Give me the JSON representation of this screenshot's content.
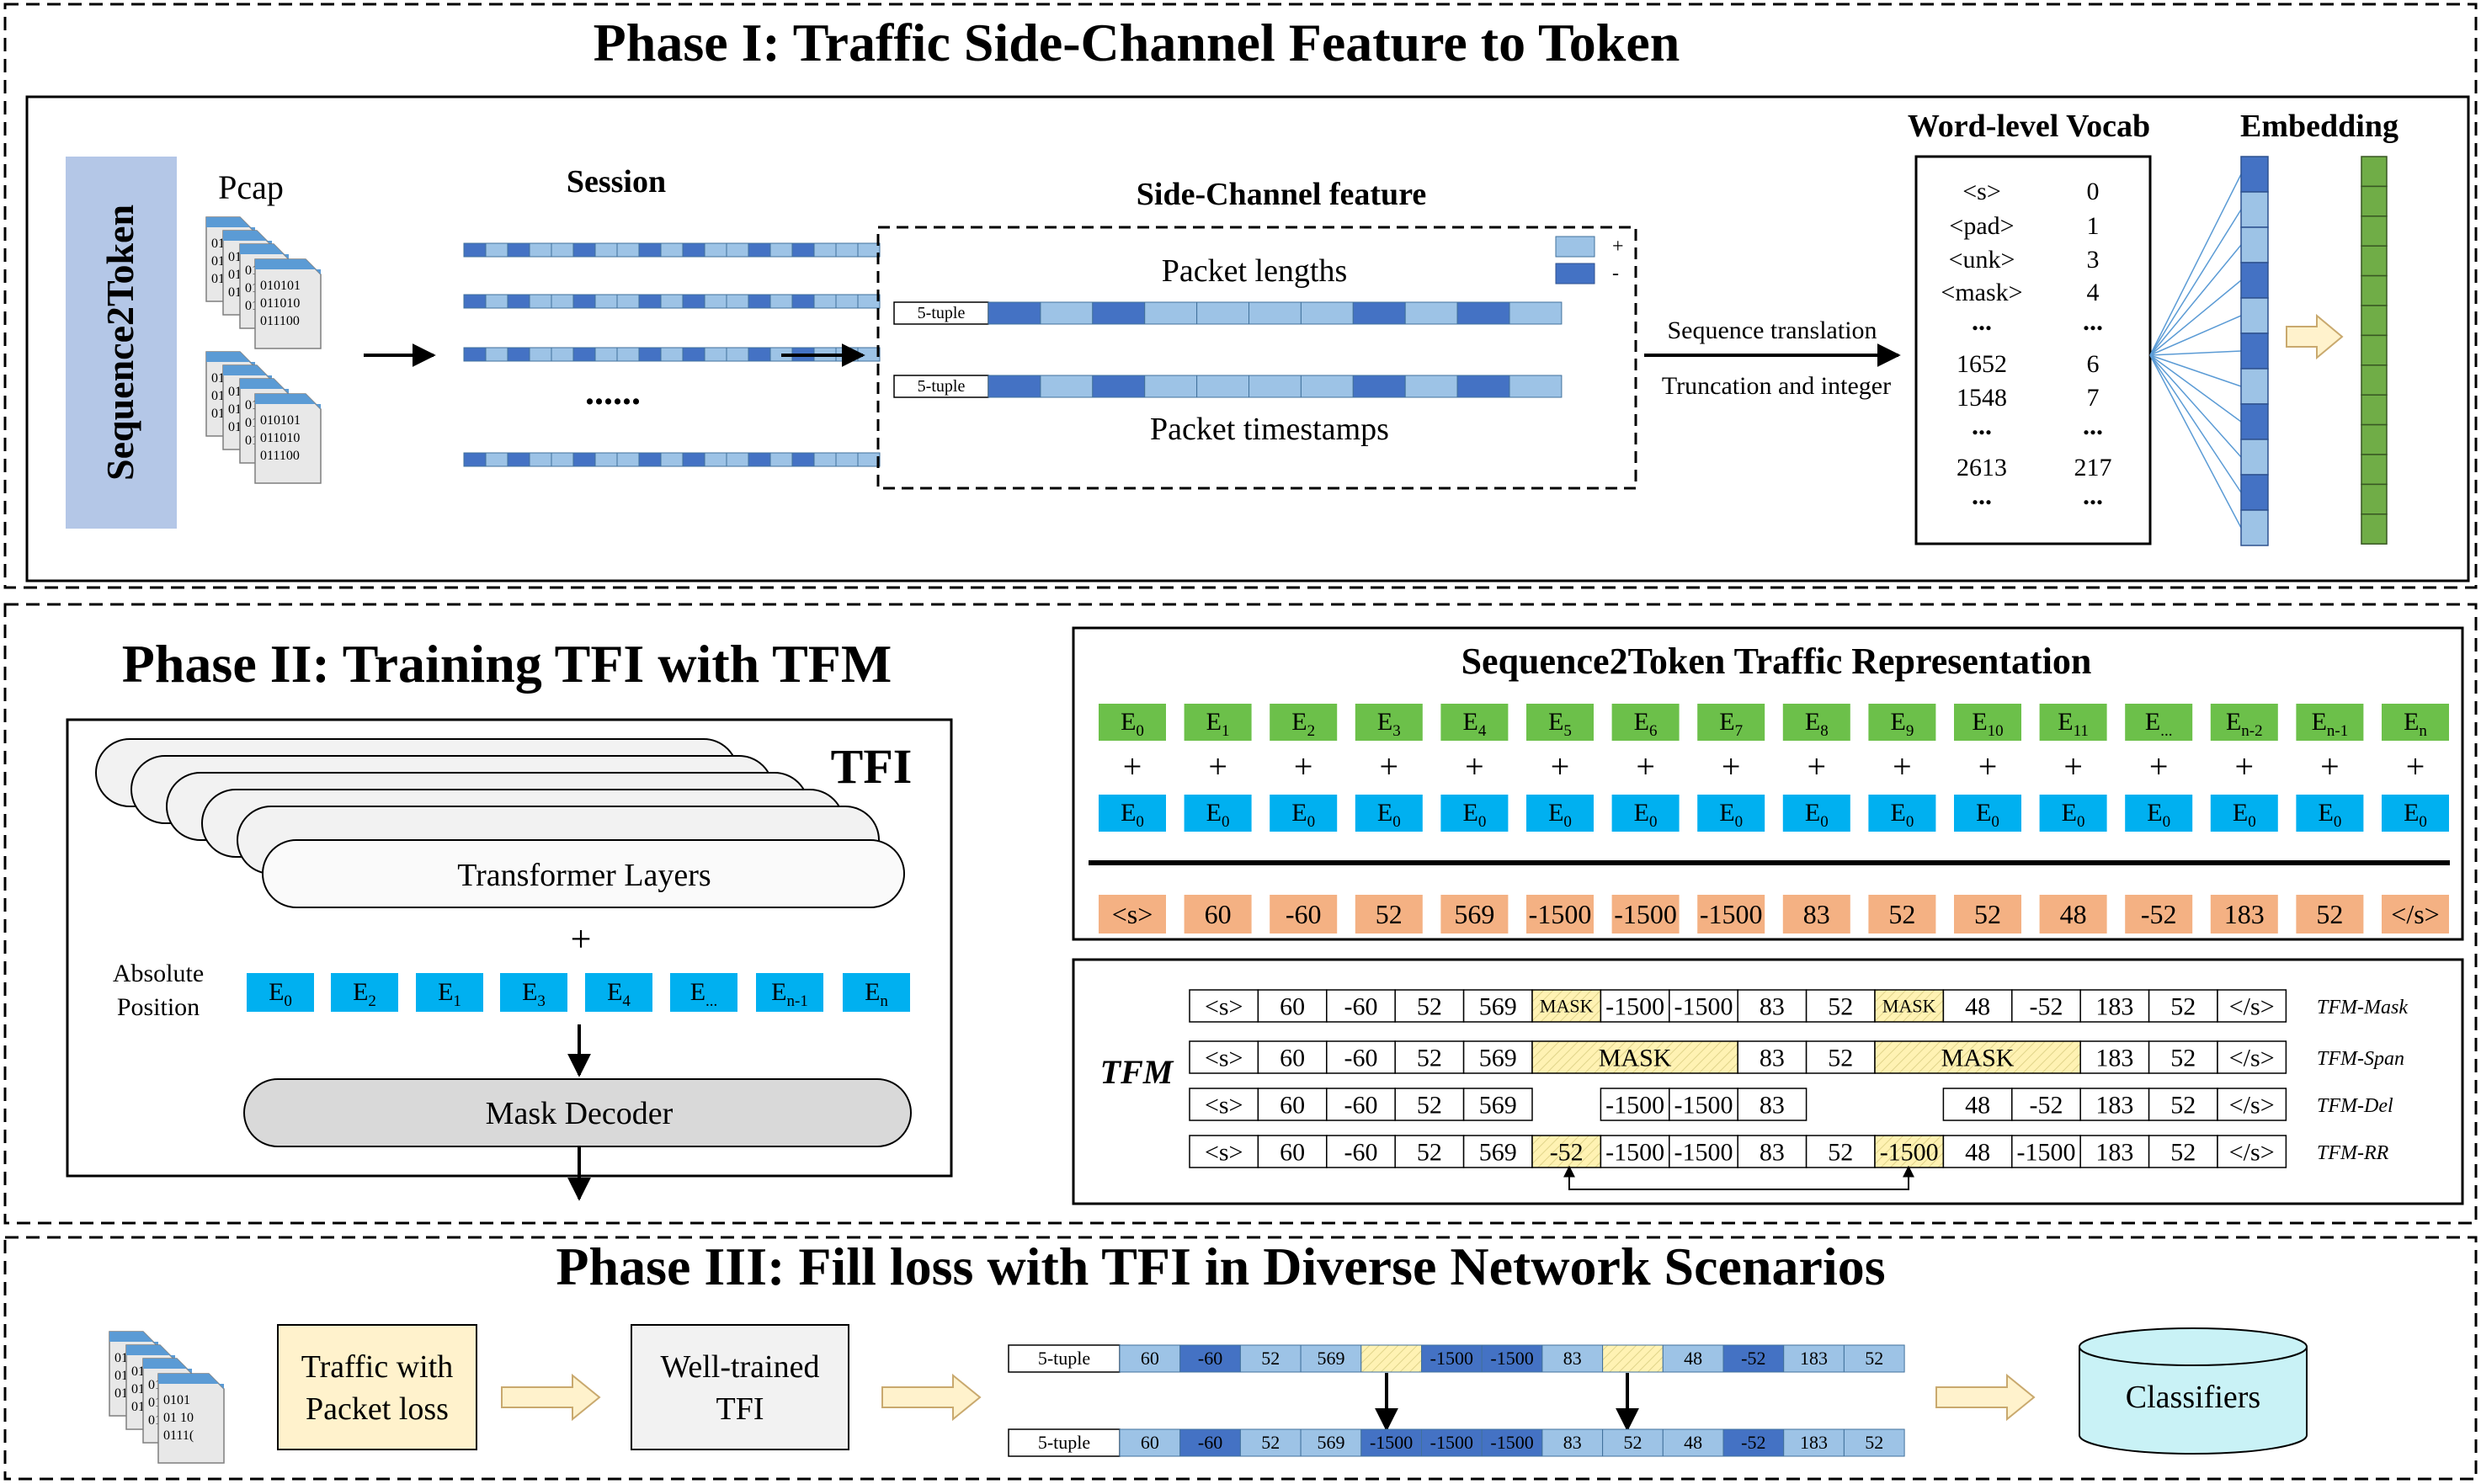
{
  "phase1": {
    "title": "Phase I: Traffic Side-Channel Feature to Token",
    "sidebar": "Sequence2Token",
    "pcap": "Pcap",
    "session": "Session",
    "session_dots": "......",
    "sidechannel_title": "Side-Channel feature",
    "legend_plus": "+",
    "legend_minus": "-",
    "packet_lengths": "Packet lengths",
    "packet_timestamps": "Packet timestamps",
    "five_tuple": "5-tuple",
    "seq_translation": "Sequence translation",
    "truncation": "Truncation and integer",
    "vocab_title": "Word-level Vocab",
    "embedding_title": "Embedding",
    "vocab": [
      [
        "<s>",
        "0"
      ],
      [
        "<pad>",
        "1"
      ],
      [
        "<unk>",
        "3"
      ],
      [
        "<mask>",
        "4"
      ],
      [
        "...",
        "..."
      ],
      [
        "1652",
        "6"
      ],
      [
        "1548",
        "7"
      ],
      [
        "...",
        "..."
      ],
      [
        "2613",
        "217"
      ],
      [
        "...",
        "..."
      ]
    ],
    "file_bits": [
      "010101",
      "011010",
      "011100"
    ],
    "file_bits_behind": [
      "010",
      "011",
      "011"
    ]
  },
  "phase2": {
    "title": "Phase II: Training TFI with TFM",
    "tfi_label": "TFI",
    "transformer_layers": "Transformer Layers",
    "plus": "+",
    "absolute_position": [
      "Absolute",
      "Position"
    ],
    "position_tokens": [
      [
        "E",
        "0"
      ],
      [
        "E",
        "2"
      ],
      [
        "E",
        "1"
      ],
      [
        "E",
        "3"
      ],
      [
        "E",
        "4"
      ],
      [
        "E",
        "..."
      ],
      [
        "E",
        "n-1"
      ],
      [
        "E",
        "n"
      ]
    ],
    "mask_decoder": "Mask Decoder",
    "s2t_title": "Sequence2Token Traffic Representation",
    "green_tokens": [
      [
        "E",
        "0"
      ],
      [
        "E",
        "1"
      ],
      [
        "E",
        "2"
      ],
      [
        "E",
        "3"
      ],
      [
        "E",
        "4"
      ],
      [
        "E",
        "5"
      ],
      [
        "E",
        "6"
      ],
      [
        "E",
        "7"
      ],
      [
        "E",
        "8"
      ],
      [
        "E",
        "9"
      ],
      [
        "E",
        "10"
      ],
      [
        "E",
        "11"
      ],
      [
        "E",
        "..."
      ],
      [
        "E",
        "n-2"
      ],
      [
        "E",
        "n-1"
      ],
      [
        "E",
        "n"
      ]
    ],
    "blue_tokens": [
      [
        "E",
        "0"
      ],
      [
        "E",
        "0"
      ],
      [
        "E",
        "0"
      ],
      [
        "E",
        "0"
      ],
      [
        "E",
        "0"
      ],
      [
        "E",
        "0"
      ],
      [
        "E",
        "0"
      ],
      [
        "E",
        "0"
      ],
      [
        "E",
        "0"
      ],
      [
        "E",
        "0"
      ],
      [
        "E",
        "0"
      ],
      [
        "E",
        "0"
      ],
      [
        "E",
        "0"
      ],
      [
        "E",
        "0"
      ],
      [
        "E",
        "0"
      ],
      [
        "E",
        "0"
      ]
    ],
    "value_tokens": [
      "<s>",
      "60",
      "-60",
      "52",
      "569",
      "-1500",
      "-1500",
      "-1500",
      "83",
      "52",
      "52",
      "48",
      "-52",
      "183",
      "52",
      "</s>"
    ],
    "tfm_label": "TFM",
    "tfm_rows": [
      {
        "name": "TFM-Mask",
        "cells": [
          {
            "t": "<s>"
          },
          {
            "t": "60"
          },
          {
            "t": "-60"
          },
          {
            "t": "52"
          },
          {
            "t": "569"
          },
          {
            "t": "MASK",
            "hl": true
          },
          {
            "t": "-1500"
          },
          {
            "t": "-1500"
          },
          {
            "t": "83"
          },
          {
            "t": "52"
          },
          {
            "t": "MASK",
            "hl": true
          },
          {
            "t": "48"
          },
          {
            "t": "-52"
          },
          {
            "t": "183"
          },
          {
            "t": "52"
          },
          {
            "t": "</s>"
          }
        ]
      },
      {
        "name": "TFM-Span",
        "cells": [
          {
            "t": "<s>"
          },
          {
            "t": "60"
          },
          {
            "t": "-60"
          },
          {
            "t": "52"
          },
          {
            "t": "569"
          },
          {
            "t": "MASK",
            "hl": true,
            "span": 3
          },
          {
            "t": "83"
          },
          {
            "t": "52"
          },
          {
            "t": "MASK",
            "hl": true,
            "span": 3
          },
          {
            "t": "183"
          },
          {
            "t": "52"
          },
          {
            "t": "</s>"
          }
        ]
      },
      {
        "name": "TFM-Del",
        "cells": [
          {
            "t": "<s>"
          },
          {
            "t": "60"
          },
          {
            "t": "-60"
          },
          {
            "t": "52"
          },
          {
            "t": "569"
          },
          {
            "t": "",
            "blank": true
          },
          {
            "t": "-1500"
          },
          {
            "t": "-1500"
          },
          {
            "t": "83"
          },
          {
            "t": "",
            "blank": true
          },
          {
            "t": "",
            "blank": true
          },
          {
            "t": "48"
          },
          {
            "t": "-52"
          },
          {
            "t": "183"
          },
          {
            "t": "52"
          },
          {
            "t": "</s>"
          }
        ]
      },
      {
        "name": "TFM-RR",
        "cells": [
          {
            "t": "<s>"
          },
          {
            "t": "60"
          },
          {
            "t": "-60"
          },
          {
            "t": "52"
          },
          {
            "t": "569"
          },
          {
            "t": "-52",
            "hl": true
          },
          {
            "t": "-1500"
          },
          {
            "t": "-1500"
          },
          {
            "t": "83"
          },
          {
            "t": "52"
          },
          {
            "t": "-1500",
            "hl": true
          },
          {
            "t": "48"
          },
          {
            "t": "-1500"
          },
          {
            "t": "183"
          },
          {
            "t": "52"
          },
          {
            "t": "</s>"
          }
        ]
      }
    ]
  },
  "phase3": {
    "title": "Phase III: Fill loss with TFI in Diverse Network Scenarios",
    "traffic_loss": [
      "Traffic with",
      "Packet loss"
    ],
    "well_trained": [
      "Well-trained",
      "TFI"
    ],
    "classifiers": "Classifiers",
    "five_tuple": "5-tuple",
    "file_bits": [
      "0101",
      "01 10",
      "0111("
    ],
    "seq_top": [
      {
        "t": "60",
        "c": "light"
      },
      {
        "t": "-60",
        "c": "dark"
      },
      {
        "t": "52",
        "c": "light"
      },
      {
        "t": "569",
        "c": "light"
      },
      {
        "t": "",
        "c": "hatch"
      },
      {
        "t": "-1500",
        "c": "dark"
      },
      {
        "t": "-1500",
        "c": "dark"
      },
      {
        "t": "83",
        "c": "light"
      },
      {
        "t": "",
        "c": "hatch"
      },
      {
        "t": "48",
        "c": "light"
      },
      {
        "t": "-52",
        "c": "dark"
      },
      {
        "t": "183",
        "c": "light"
      },
      {
        "t": "52",
        "c": "light"
      }
    ],
    "seq_bottom": [
      {
        "t": "60",
        "c": "light"
      },
      {
        "t": "-60",
        "c": "dark"
      },
      {
        "t": "52",
        "c": "light"
      },
      {
        "t": "569",
        "c": "light"
      },
      {
        "t": "-1500",
        "c": "dark"
      },
      {
        "t": "-1500",
        "c": "dark"
      },
      {
        "t": "-1500",
        "c": "dark"
      },
      {
        "t": "83",
        "c": "light"
      },
      {
        "t": "52",
        "c": "light"
      },
      {
        "t": "48",
        "c": "light"
      },
      {
        "t": "-52",
        "c": "dark"
      },
      {
        "t": "183",
        "c": "light"
      },
      {
        "t": "52",
        "c": "light"
      }
    ]
  },
  "colors": {
    "light_blue": "#9dc3e6",
    "dark_blue": "#4472c4",
    "embed_green": "#70ad47",
    "token_green": "#6cc04a",
    "token_blue": "#00b0f0",
    "token_orange": "#f4b183",
    "sidebar_blue": "#b4c7e7",
    "highlight_yellow": "#fff2b3",
    "loss_box": "#fff2cc",
    "tfi_box": "#f2f2f2",
    "classifier": "#c9f2f6",
    "arrow_fill": "#fff2cc",
    "arrow_stroke": "#c9a96e"
  }
}
